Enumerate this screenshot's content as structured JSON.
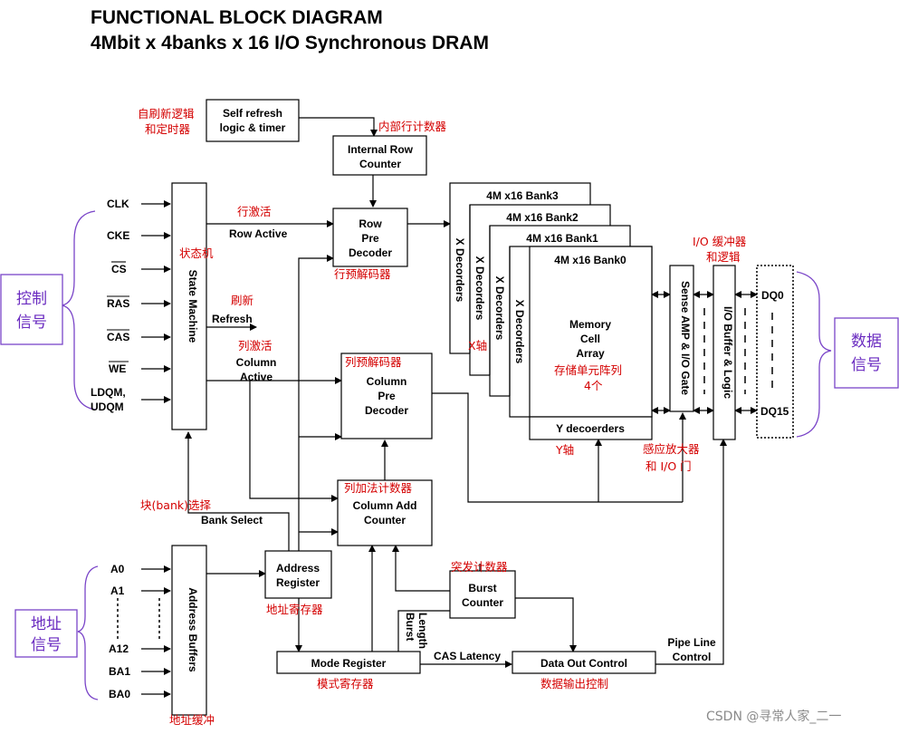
{
  "title": {
    "line1": "FUNCTIONAL BLOCK DIAGRAM",
    "line2": "4Mbit x 4banks x 16 I/O  Synchronous DRAM"
  },
  "blocks": {
    "self_refresh": [
      "Self refresh",
      "logic & timer"
    ],
    "internal_row_counter": [
      "Internal Row",
      "Counter"
    ],
    "state_machine": "State Machine",
    "row_pre_decoder": [
      "Row",
      "Pre",
      "Decoder"
    ],
    "column_pre_decoder": [
      "Column",
      "Pre",
      "Decoder"
    ],
    "column_add_counter": [
      "Column Add",
      "Counter"
    ],
    "address_register": [
      "Address",
      "Register"
    ],
    "address_buffers": "Address Buffers",
    "mode_register": "Mode Register",
    "burst_counter": [
      "Burst",
      "Counter"
    ],
    "data_out_control": "Data Out Control",
    "sense_amp": "Sense AMP & I/O Gate",
    "io_buffer": "I/O Buffer & Logic",
    "banks": [
      "4M x16 Bank3",
      "4M x16 Bank2",
      "4M x16 Bank1",
      "4M x16 Bank0"
    ],
    "x_decoders": "X Decorders",
    "memory_cell_array": [
      "Memory",
      "Cell",
      "Array"
    ],
    "y_decoders": "Y decoerders"
  },
  "signals": {
    "control_pins": [
      "CLK",
      "CKE",
      "CS",
      "RAS",
      "CAS",
      "WE",
      "LDQM,",
      "UDQM"
    ],
    "address_pins": [
      "A0",
      "A1",
      "A12",
      "BA1",
      "BA0"
    ],
    "dq_pins": [
      "DQ0",
      "DQ15"
    ],
    "row_active": "Row Active",
    "refresh": "Refresh",
    "column_active": [
      "Column",
      "Active"
    ],
    "bank_select": "Bank Select",
    "cas_latency": "CAS Latency",
    "burst_length": [
      "Burst",
      "Length"
    ],
    "pipe_line_control": [
      "Pipe Line",
      "Control"
    ]
  },
  "annotations_cn": {
    "self_refresh": [
      "自刷新逻辑",
      "和定时器"
    ],
    "internal_row_counter": "内部行计数器",
    "row_active": "行激活",
    "state_machine": "状态机",
    "row_pre_decoder": "行预解码器",
    "refresh": "刷新",
    "column_active": "列激活",
    "column_pre_decoder": "列预解码器",
    "x_axis": "X轴",
    "memory_array": [
      "存储单元阵列",
      "4个"
    ],
    "y_axis": "Y轴",
    "sense_amp": [
      "感应放大器",
      "和 I/O 门"
    ],
    "io_buffer": [
      "I/O 缓冲器",
      "和逻辑"
    ],
    "column_add_counter": "列加法计数器",
    "bank_select": "块(bank)选择",
    "burst_counter": "突发计数器",
    "address_register": "地址寄存器",
    "mode_register": "模式寄存器",
    "data_out_control": "数据输出控制",
    "address_buffers": "地址缓冲"
  },
  "groups": {
    "control": [
      "控制",
      "信号"
    ],
    "address": [
      "地址",
      "信号"
    ],
    "data": [
      "数据",
      "信号"
    ]
  },
  "watermark": "CSDN @寻常人家_二一"
}
